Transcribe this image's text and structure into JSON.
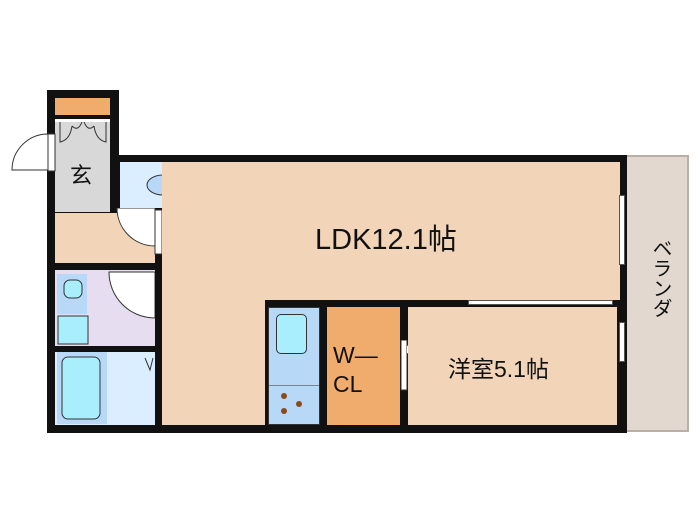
{
  "rooms": {
    "entrance": "玄",
    "ldk": "LDK12.1帖",
    "western_room": "洋室5.1帖",
    "walk_in_closet_line1": "W—",
    "walk_in_closet_line2": "CL",
    "balcony": "ベランダ"
  },
  "colors": {
    "living": "#f2d4b8",
    "closet": "#f0ac6c",
    "entrance": "#d8d8d8",
    "water": "#dbeeff",
    "washroom": "#e6def0",
    "balcony": "#e2d8cf",
    "wall": "#111111"
  }
}
